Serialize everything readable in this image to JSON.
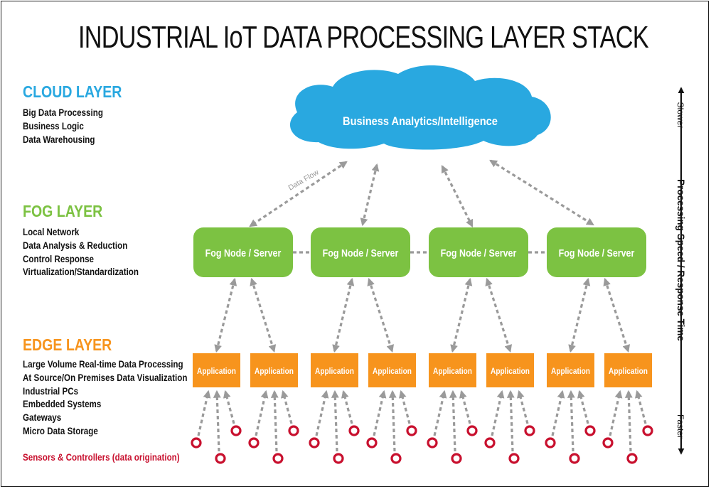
{
  "title": "INDUSTRIAL IoT DATA PROCESSING LAYER STACK",
  "colors": {
    "cloud": "#29a8e0",
    "fog": "#7cc242",
    "edge": "#f7941d",
    "sensor": "#c8102e",
    "arrow": "#9a9a9a"
  },
  "cloud_layer": {
    "heading": "CLOUD LAYER",
    "items": [
      "Big Data Processing",
      "Business Logic",
      "Data Warehousing"
    ],
    "cloud_label": "Business Analytics/Intelligence"
  },
  "fog_layer": {
    "heading": "FOG LAYER",
    "items": [
      "Local Network",
      "Data Analysis & Reduction",
      "Control Response",
      "Virtualization/Standardization"
    ],
    "node_labels": [
      "Fog Node / Server",
      "Fog Node / Server",
      "Fog Node / Server",
      "Fog Node / Server"
    ]
  },
  "edge_layer": {
    "heading": "EDGE LAYER",
    "items": [
      "Large Volume Real-time Data Processing",
      "At Source/On Premises Data Visualization",
      "Industrial PCs",
      "Embedded Systems",
      "Gateways",
      "Micro Data Storage"
    ],
    "app_labels": [
      "Application",
      "Application",
      "Application",
      "Application",
      "Application",
      "Application",
      "Application",
      "Application"
    ]
  },
  "sensors_label": "Sensors & Controllers (data origination)",
  "data_flow_label": "Data Flow",
  "axis": {
    "label": "Processing Speed / Response Time",
    "top": "Slower",
    "bottom": "Faster"
  }
}
